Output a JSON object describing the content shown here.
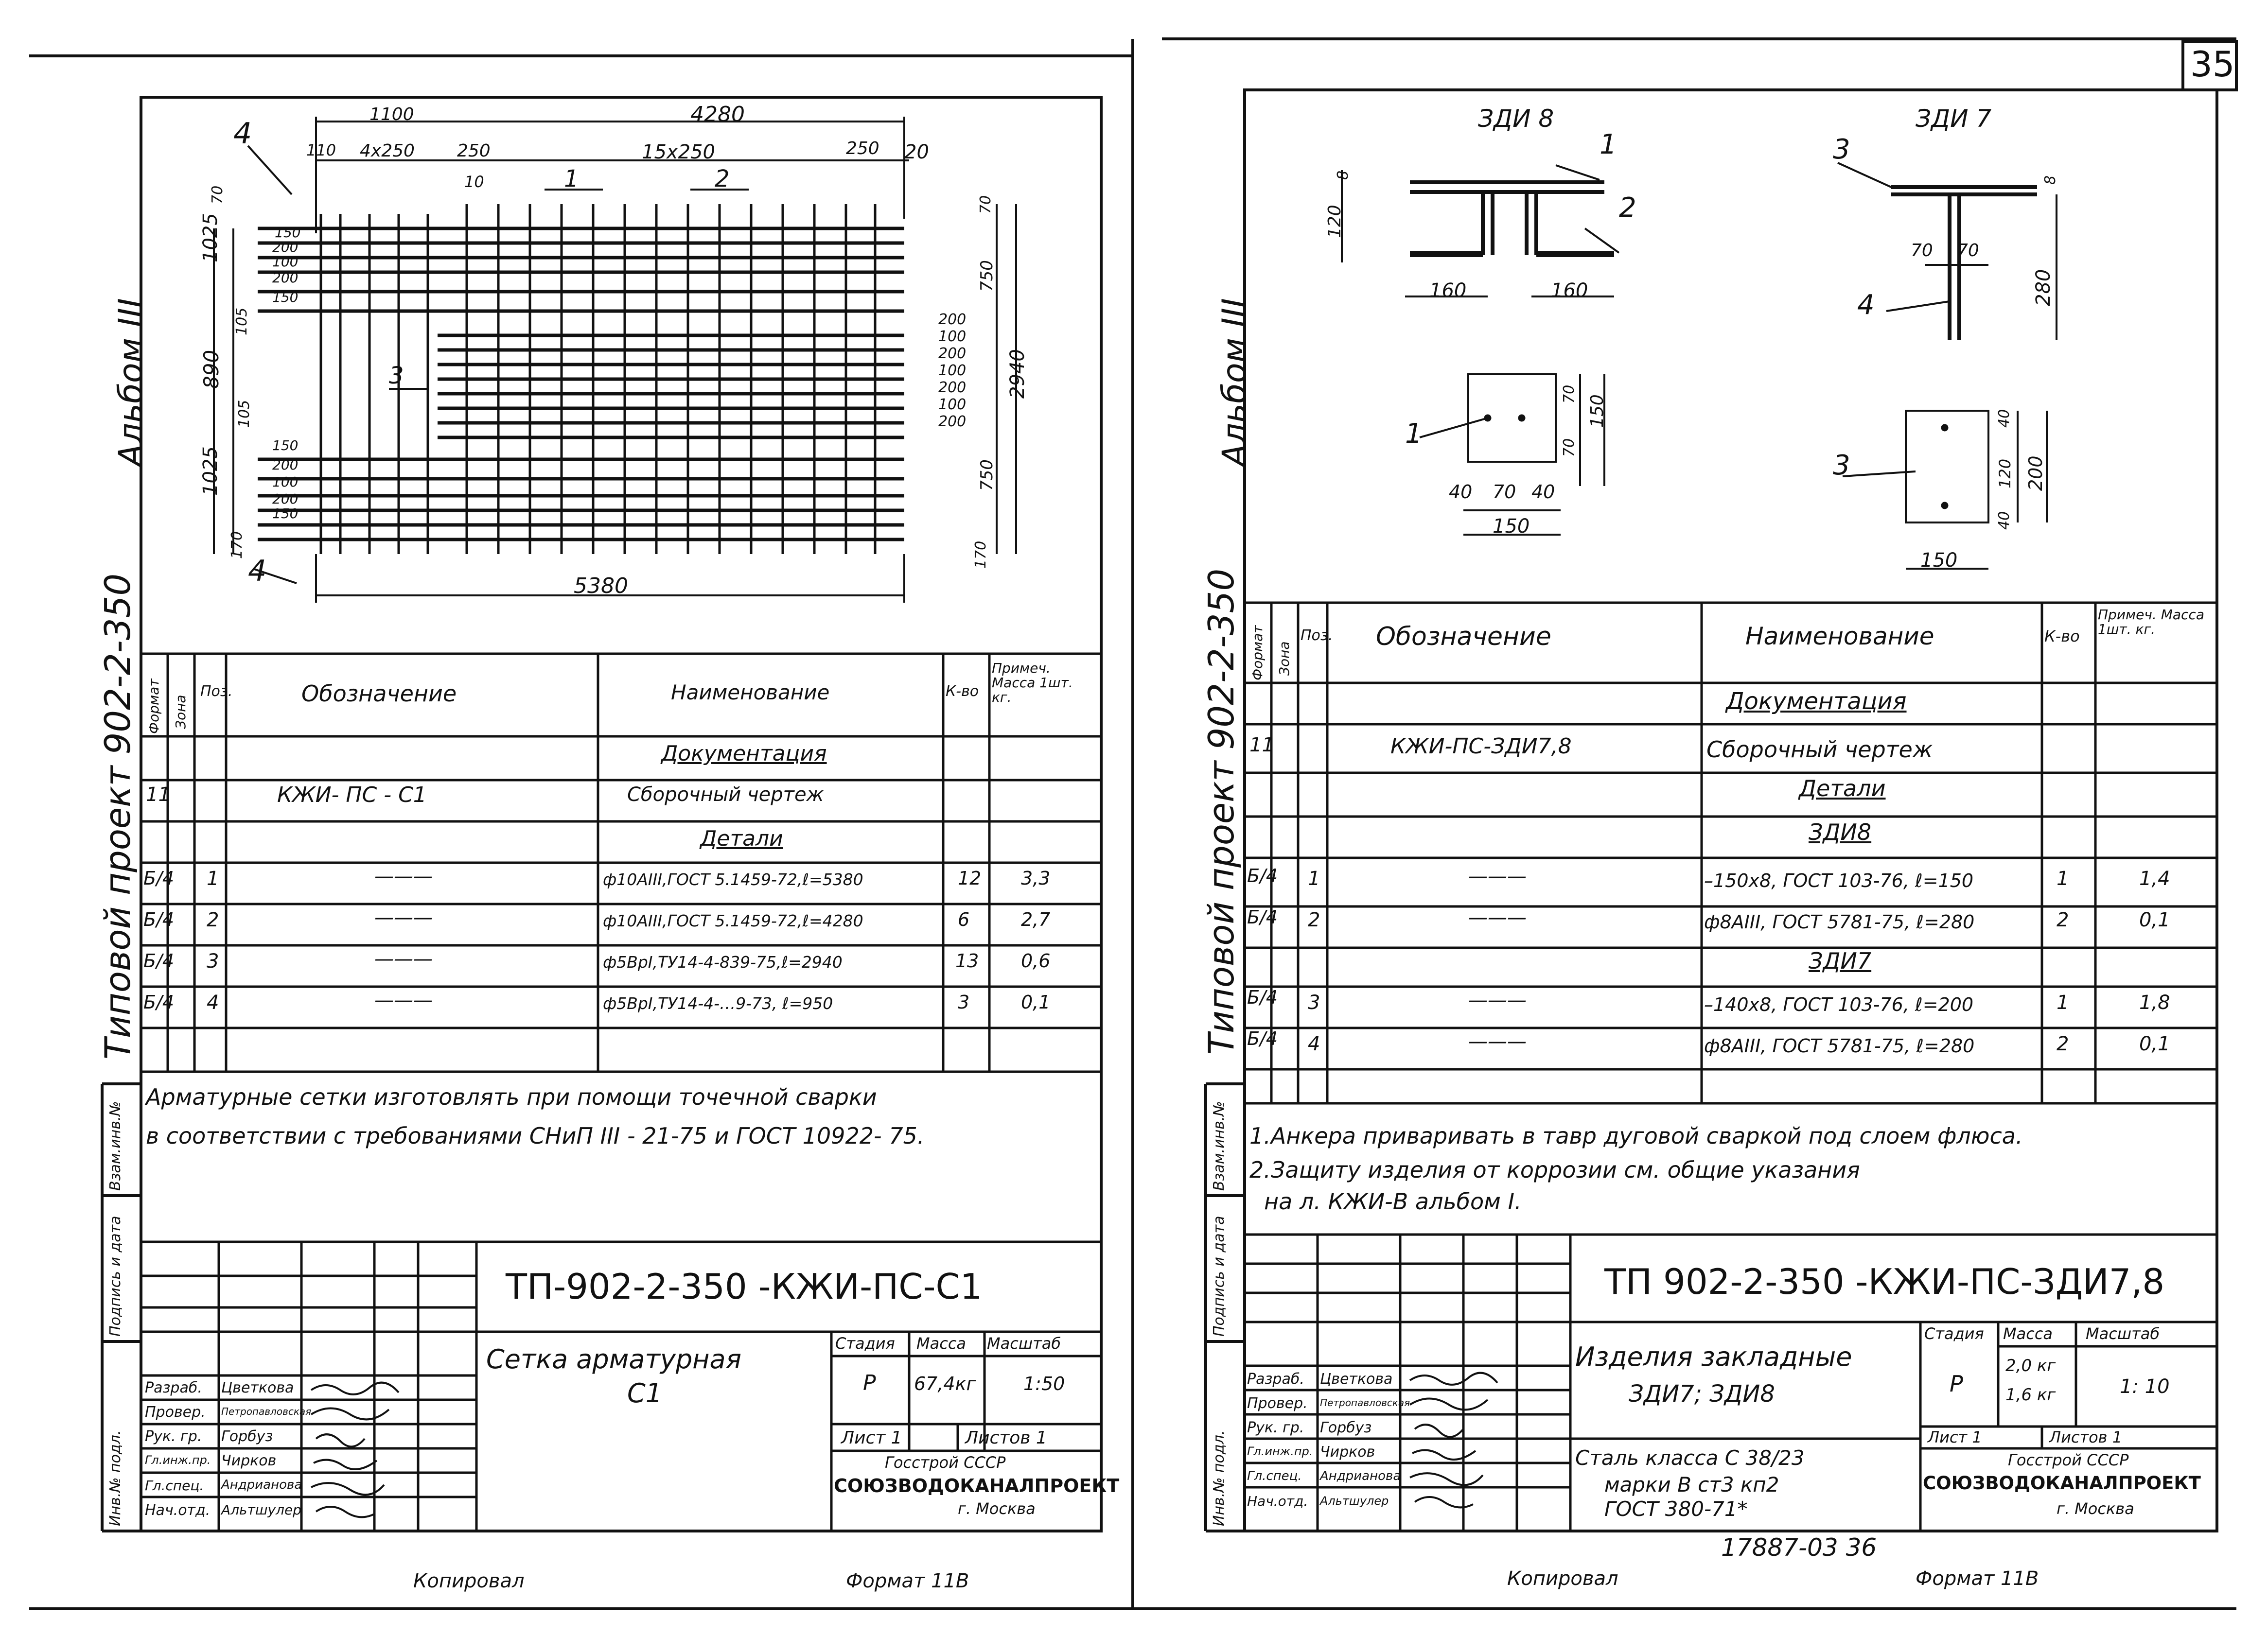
{
  "page_number": "35",
  "left": {
    "side_album": "Альбом III",
    "side_project": "Типовой проект 902-2-350",
    "side_fields": [
      "Инв.№ подл.",
      "Подпись и дата",
      "Взам.инв.№"
    ],
    "drawing": {
      "dims_top": [
        "1100",
        "4280",
        "110",
        "4х250",
        "250",
        "15х250",
        "250",
        "20",
        "10",
        "70",
        "70"
      ],
      "dims_left": [
        "1025",
        "890",
        "1025",
        "105",
        "105",
        "170",
        "170"
      ],
      "spacing_top_left": [
        "150",
        "200",
        "100",
        "200",
        "150"
      ],
      "spacing_bottom_left": [
        "150",
        "200",
        "100",
        "200",
        "150"
      ],
      "spacing_right": [
        "200",
        "100",
        "200",
        "100",
        "200",
        "100",
        "200"
      ],
      "dims_right": [
        "750",
        "2940",
        "750",
        "170"
      ],
      "dim_bottom": "5380",
      "callouts": [
        "4",
        "1",
        "2",
        "3",
        "4"
      ]
    },
    "spec": {
      "headers": [
        "Формат",
        "Зона",
        "Поз.",
        "Обозначение",
        "Наименование",
        "К-во",
        "Примеч. Масса 1шт. кг."
      ],
      "rows": [
        {
          "name": "Документация",
          "underline": true
        },
        {
          "format": "11",
          "designation": "КЖИ- ПС - С1",
          "name": "Сборочный чертеж"
        },
        {
          "name": "Детали",
          "underline": true
        },
        {
          "format": "Б/4",
          "pos": "1",
          "designation": "———",
          "name": "ф10АIII,ГОСТ 5.1459-72,ℓ=5380",
          "qty": "12",
          "note": "3,3"
        },
        {
          "format": "Б/4",
          "pos": "2",
          "designation": "———",
          "name": "ф10АIII,ГОСТ 5.1459-72,ℓ=4280",
          "qty": "6",
          "note": "2,7"
        },
        {
          "format": "Б/4",
          "pos": "3",
          "designation": "———",
          "name": "ф5ВрI,ТУ14-4-839-75,ℓ=2940",
          "qty": "13",
          "note": "0,6"
        },
        {
          "format": "Б/4",
          "pos": "4",
          "designation": "———",
          "name": "ф5ВрI,ТУ14-4-…9-73, ℓ=950",
          "qty": "3",
          "note": "0,1"
        }
      ]
    },
    "notes": [
      "Арматурные сетки изготовлять при помощи точечной сварки",
      "в соответствии с требованиями СНиП III - 21-75 и ГОСТ 10922- 75."
    ],
    "title_block": {
      "code": "ТП-902-2-350 -КЖИ-ПС-С1",
      "item_name": [
        "Сетка арматурная",
        "С1"
      ],
      "stage_header": "Стадия",
      "mass_header": "Масса",
      "scale_header": "Масштаб",
      "stage": "Р",
      "mass": "67,4кг",
      "scale": "1:50",
      "sheet": "Лист 1",
      "sheets": "Листов 1",
      "org": [
        "Госстрой СССР",
        "СОЮЗВОДОКАНАЛПРОЕКТ",
        "г. Москва"
      ],
      "people": [
        {
          "role": "Разраб.",
          "name": "Цветкова"
        },
        {
          "role": "Провер.",
          "name": "Петропавловская"
        },
        {
          "role": "Рук. гр.",
          "name": "Горбуз"
        },
        {
          "role": "Гл.инж.пр.",
          "name": "Чирков"
        },
        {
          "role": "Гл.спец.",
          "name": "Андрианова"
        },
        {
          "role": "Нач.отд.",
          "name": "Альтшулер"
        }
      ]
    },
    "footer": [
      "Копировал",
      "Формат 11В"
    ]
  },
  "right": {
    "side_album": "Альбом III",
    "side_project": "Типовой проект 902-2-350",
    "side_fields": [
      "Инв.№ подл.",
      "Подпись и дата",
      "Взам.инв.№"
    ],
    "drawing": {
      "title_a": "ЗДИ 8",
      "title_b": "ЗДИ 7",
      "dims_a": [
        "120",
        "8",
        "160",
        "160",
        "70",
        "70",
        "150",
        "40",
        "70",
        "40",
        "150"
      ],
      "dims_b": [
        "8",
        "70",
        "70",
        "280",
        "40",
        "120",
        "40",
        "200",
        "150"
      ],
      "callouts": [
        "1",
        "2",
        "1",
        "3",
        "4",
        "3"
      ]
    },
    "spec": {
      "headers": [
        "Формат",
        "Зона",
        "Поз.",
        "Обозначение",
        "Наименование",
        "К-во",
        "Примеч. Масса 1шт. кг."
      ],
      "rows": [
        {
          "name": "Документация",
          "underline": true
        },
        {
          "format": "11",
          "designation": "КЖИ-ПС-ЗДИ7,8",
          "name": "Сборочный чертеж"
        },
        {
          "name": "Детали",
          "underline": true
        },
        {
          "name": "ЗДИ8",
          "underline": true
        },
        {
          "format": "Б/4",
          "pos": "1",
          "designation": "———",
          "name": "–150х8, ГОСТ 103-76, ℓ=150",
          "qty": "1",
          "note": "1,4"
        },
        {
          "format": "Б/4",
          "pos": "2",
          "designation": "———",
          "name": "ф8АIII, ГОСТ 5781-75, ℓ=280",
          "qty": "2",
          "note": "0,1"
        },
        {
          "name": "ЗДИ7",
          "underline": true
        },
        {
          "format": "Б/4",
          "pos": "3",
          "designation": "———",
          "name": "–140х8, ГОСТ 103-76, ℓ=200",
          "qty": "1",
          "note": "1,8"
        },
        {
          "format": "Б/4",
          "pos": "4",
          "designation": "———",
          "name": "ф8АIII, ГОСТ 5781-75, ℓ=280",
          "qty": "2",
          "note": "0,1"
        }
      ]
    },
    "notes": [
      "1.Анкера приваривать в тавр дуговой сваркой под слоем флюса.",
      "2.Защиту изделия от коррозии см. общие указания",
      "на л. КЖИ-В   альбом I."
    ],
    "title_block": {
      "code": "ТП 902-2-350 -КЖИ-ПС-ЗДИ7,8",
      "item_name": [
        "Изделия закладные",
        "ЗДИ7; ЗДИ8"
      ],
      "material": [
        "Сталь класса С 38/23",
        "марки В ст3 кп2",
        "ГОСТ 380-71*"
      ],
      "stage_header": "Стадия",
      "mass_header": "Масса",
      "scale_header": "Масштаб",
      "stage": "Р",
      "mass": [
        "2,0 кг",
        "1,6 кг"
      ],
      "scale": "1: 10",
      "sheet": "Лист 1",
      "sheets": "Листов 1",
      "org": [
        "Госстрой СССР",
        "СОЮЗВОДОКАНАЛПРОЕКТ",
        "г. Москва"
      ],
      "people": [
        {
          "role": "Разраб.",
          "name": "Цветкова"
        },
        {
          "role": "Провер.",
          "name": "Петропавловская"
        },
        {
          "role": "Рук. гр.",
          "name": "Горбуз"
        },
        {
          "role": "Гл.инж.пр.",
          "name": "Чирков"
        },
        {
          "role": "Гл.спец.",
          "name": "Андрианова"
        },
        {
          "role": "Нач.отд.",
          "name": "Альтшулер"
        }
      ]
    },
    "stamp": "17887-03  36",
    "footer": [
      "Копировал",
      "Формат 11В"
    ]
  }
}
